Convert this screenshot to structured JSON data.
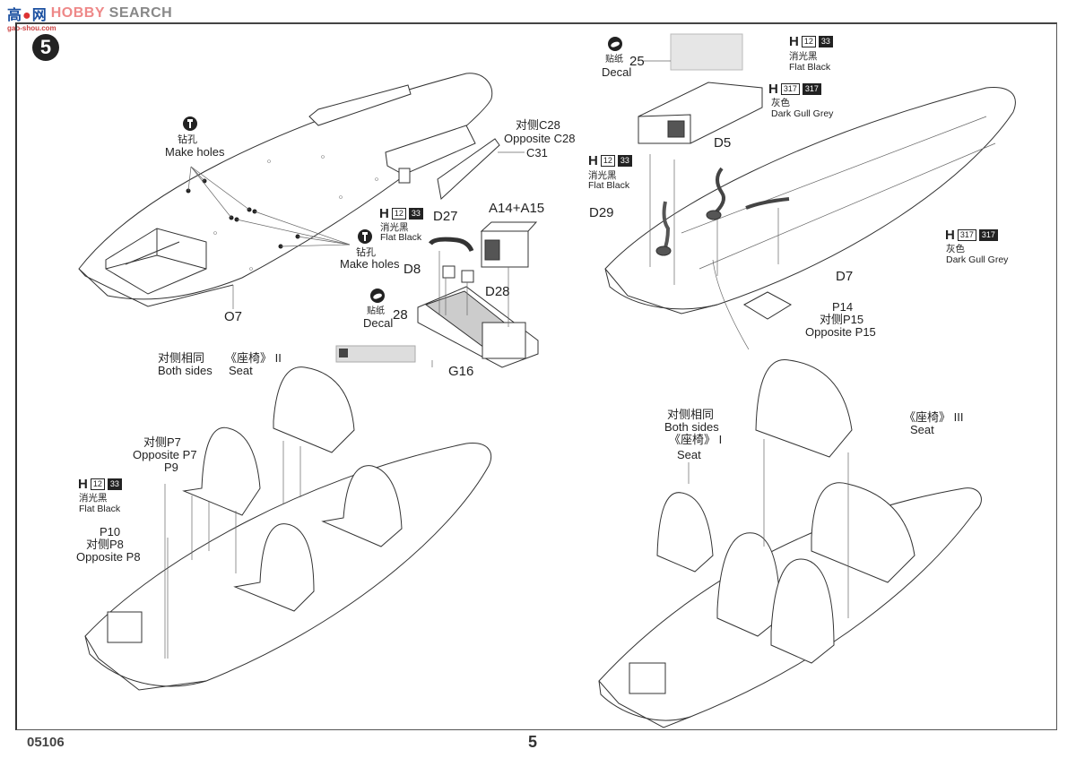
{
  "watermark": {
    "brand_cn_1": "高",
    "brand_cn_2": "网",
    "brand_en_1": "HOBBY",
    "brand_en_2": "SEARCH",
    "url": "gao-shou.com"
  },
  "step_number": "5",
  "make_holes_cn": "钻孔",
  "make_holes_en": "Make holes",
  "decal_cn": "贴纸",
  "decal_en": "Decal",
  "paints": {
    "flat_black": {
      "prefix": "H",
      "code1": "12",
      "code2": "33",
      "name_cn": "消光黑",
      "name_en": "Flat Black"
    },
    "dark_gull_grey": {
      "prefix": "H",
      "code1": "317",
      "code2": "317",
      "name_cn": "灰色",
      "name_en": "Dark Gull Grey"
    }
  },
  "upper_left": {
    "opposite_c28_cn": "对侧C28",
    "opposite_c28_en": "Opposite C28",
    "c31": "C31",
    "d27": "D27",
    "a14_a15": "A14+A15",
    "d8": "D8",
    "d28": "D28",
    "decal_number": "28",
    "g16": "G16",
    "o7": "O7"
  },
  "upper_right": {
    "decal_number": "25",
    "d5": "D5",
    "d29": "D29",
    "d7": "D7",
    "p14": "P14",
    "opposite_p15_cn": "对侧P15",
    "opposite_p15_en": "Opposite P15"
  },
  "lower_left": {
    "both_sides_cn": "对侧相同",
    "both_sides_en": "Both sides",
    "seat_cn": "《座椅》 II",
    "seat_en": "Seat",
    "opposite_p7_cn": "对侧P7",
    "opposite_p7_en": "Opposite P7",
    "p9": "P9",
    "p10": "P10",
    "opposite_p8_cn": "对侧P8",
    "opposite_p8_en": "Opposite P8"
  },
  "lower_right": {
    "both_sides_cn": "对侧相同",
    "both_sides_en": "Both sides",
    "seat1_cn": "《座椅》 I",
    "seat1_en": "Seat",
    "seat3_cn": "《座椅》 III",
    "seat3_en": "Seat"
  },
  "footer": {
    "kit_code": "05106",
    "page_number": "5"
  }
}
